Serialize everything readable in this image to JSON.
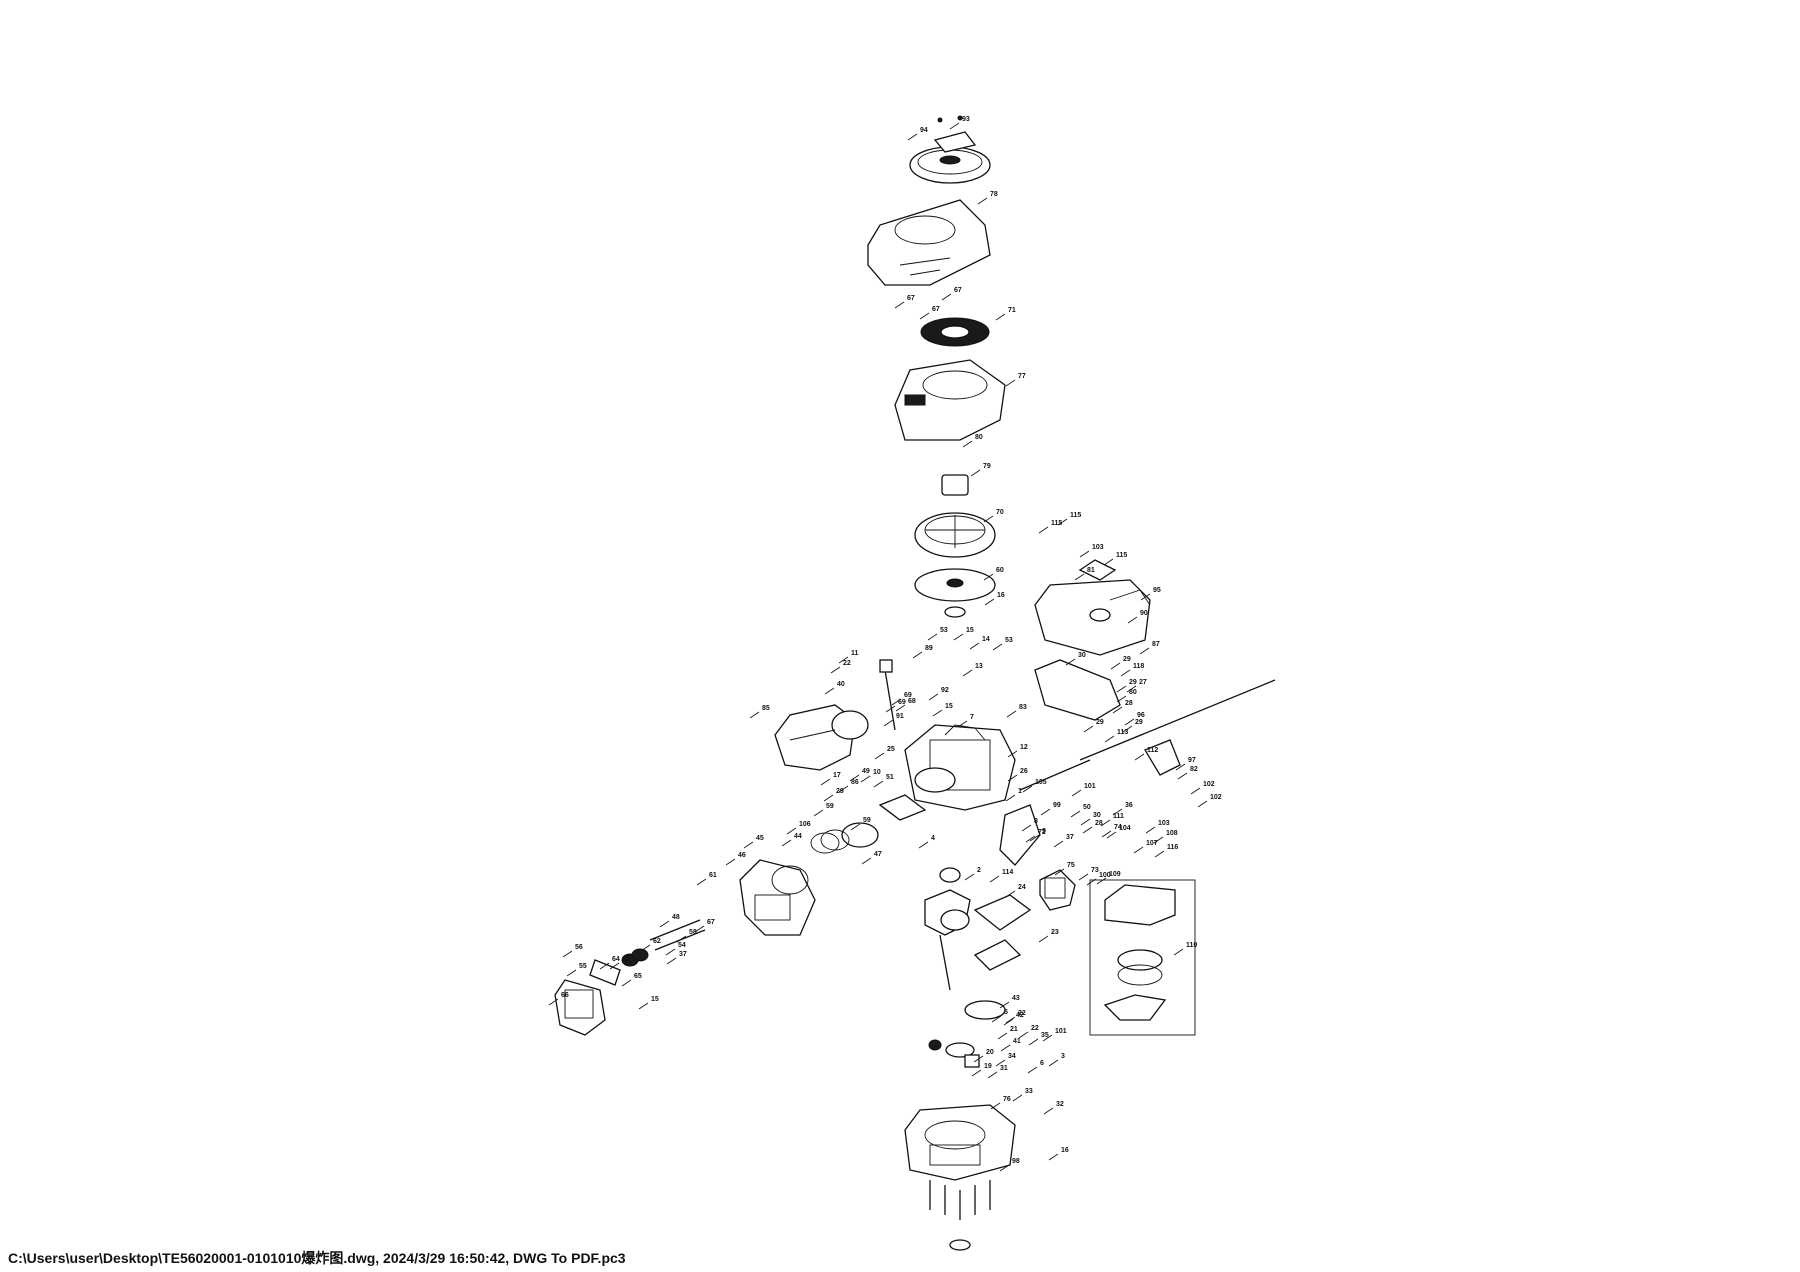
{
  "footer": {
    "file_info": "C:\\Users\\user\\Desktop\\TE56020001-0101010爆炸图.dwg, 2024/3/29 16:50:42, DWG To PDF.pc3"
  },
  "callouts": [
    "93",
    "94",
    "78",
    "67",
    "67",
    "67",
    "71",
    "77",
    "80",
    "79",
    "70",
    "60",
    "16",
    "115",
    "115",
    "103",
    "81",
    "115",
    "95",
    "90",
    "53",
    "15",
    "14",
    "53",
    "89",
    "13",
    "11",
    "22",
    "92",
    "69",
    "68",
    "69",
    "91",
    "15",
    "7",
    "83",
    "40",
    "85",
    "25",
    "12",
    "30",
    "29",
    "87",
    "118",
    "29",
    "27",
    "80",
    "29",
    "28",
    "96",
    "29",
    "113",
    "112",
    "97",
    "102",
    "82",
    "102",
    "101",
    "26",
    "105",
    "1",
    "17",
    "29",
    "49",
    "86",
    "10",
    "51",
    "59",
    "59",
    "8",
    "50",
    "99",
    "36",
    "111",
    "30",
    "28",
    "37",
    "104",
    "103",
    "106",
    "44",
    "9",
    "72",
    "74",
    "108",
    "107",
    "4",
    "45",
    "46",
    "47",
    "2",
    "114",
    "75",
    "73",
    "109",
    "100",
    "61",
    "24",
    "48",
    "58",
    "67",
    "54",
    "62",
    "23",
    "56",
    "63",
    "64",
    "37",
    "55",
    "65",
    "15",
    "66",
    "3",
    "6",
    "43",
    "22",
    "5",
    "42",
    "22",
    "21",
    "35",
    "41",
    "20",
    "34",
    "19",
    "31",
    "32",
    "33",
    "76",
    "16",
    "98",
    "116",
    "110",
    "101"
  ],
  "icons": [
    "recoil-starter-icon",
    "fan-housing-icon",
    "engine-block-icon",
    "fuel-tank-icon",
    "air-filter-box-icon",
    "crankshaft-icon",
    "crankcase-icon",
    "cylinder-head-icon",
    "carburetor-icon",
    "muffler-icon",
    "flywheel-icon",
    "dipstick-icon"
  ]
}
